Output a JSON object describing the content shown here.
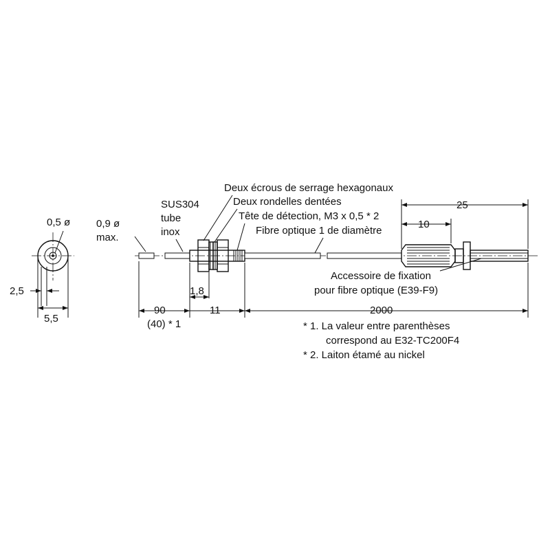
{
  "end_view": {
    "core_label": "0,5 ø",
    "height_label": "2,5",
    "width_label": "5,5"
  },
  "fiber_tip": {
    "diameter_label_1": "0,9 ø",
    "diameter_label_2": "max.",
    "material_label_1": "SUS304",
    "material_label_2": "tube",
    "material_label_3": "inox"
  },
  "callouts": {
    "nuts": "Deux écrous de serrage hexagonaux",
    "washers": "Deux rondelles dentées",
    "head": "Tête de détection, M3 x 0,5 * 2",
    "fiber": "Fibre optique 1 de diamètre",
    "attachment_1": "Accessoire de fixation",
    "attachment_2": "pour fibre optique (E39-F9)"
  },
  "dimensions": {
    "tip_length": "90",
    "tip_length_alt": "(40) * 1",
    "thread_small": "1,8",
    "head_length": "11",
    "fiber_length": "2000",
    "attachment_total": "25",
    "attachment_body": "10"
  },
  "notes": {
    "note1_line1": "* 1. La valeur entre parenthèses",
    "note1_line2": "correspond au E32-TC200F4",
    "note2": "* 2. Laiton étamé au nickel"
  }
}
